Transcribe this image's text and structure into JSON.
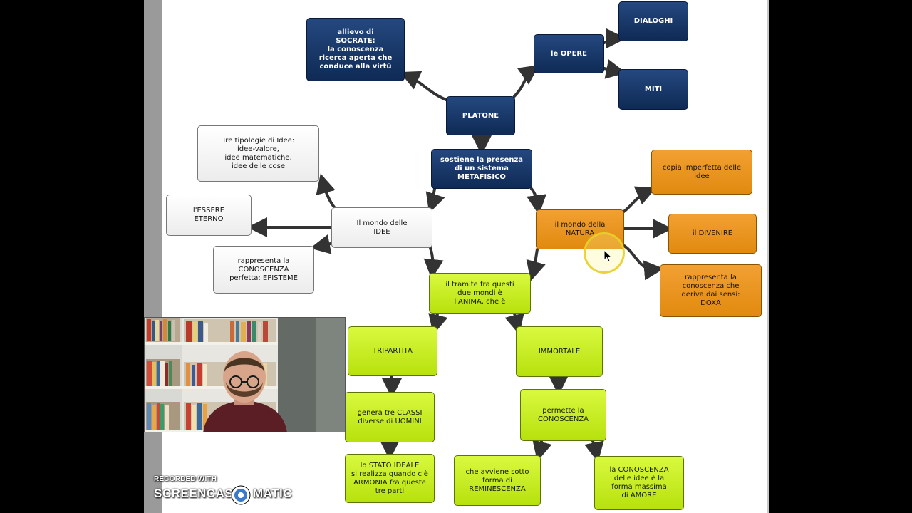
{
  "nodes": {
    "platone": "PLATONE",
    "socrate": "allievo di\nSOCRATE:\nla conoscenza\nricerca aperta che\nconduce alla virtù",
    "opere": "le OPERE",
    "dialoghi": "DIALOGHI",
    "miti": "MITI",
    "metafisico": "sostiene la presenza\ndi un sistema\nMETAFISICO",
    "tipologie": "Tre tipologie di Idee:\nidee-valore,\nidee matematiche,\nidee delle cose",
    "essere": "l'ESSERE\nETERNO",
    "idee": "Il mondo delle\nIDEE",
    "episteme": "rappresenta la\nCONOSCENZA\nperfetta: EPISTEME",
    "copia": "copia imperfetta delle\nidee",
    "natura": "il mondo della\nNATURA",
    "divenire": "il DIVENIRE",
    "doxa": "rappresenta la\nconoscenza che\nderiva dai sensi:\nDOXA",
    "anima": "il tramite fra questi\ndue mondi è\nl'ANIMA, che è",
    "tripartita": "TRIPARTITA",
    "immortale": "IMMORTALE",
    "classi": "genera tre CLASSI\ndiverse di UOMINI",
    "conoscenza": "permette la\nCONOSCENZA",
    "stato": "lo STATO IDEALE\nsi realizza quando c'è\nARMONIA fra queste\ntre parti",
    "reminescenza": "che avviene sotto\nforma di REMINESCENZA",
    "amore": "la CONOSCENZA\ndelle idee è la\nforma massima\ndi AMORE"
  },
  "watermark": {
    "top": "RECORDED WITH",
    "left": "SCREENCAST",
    "right": "MATIC"
  },
  "colors": {
    "blue": "#1b3a6b",
    "grey": "#f2f2f2",
    "orange": "#e8921c",
    "green": "#c6ee22",
    "arrow": "#333333"
  },
  "icons": {
    "pointer": "mouse-pointer-icon",
    "halo": "cursor-highlight",
    "logo": "screencast-o-matic-logo-icon"
  }
}
